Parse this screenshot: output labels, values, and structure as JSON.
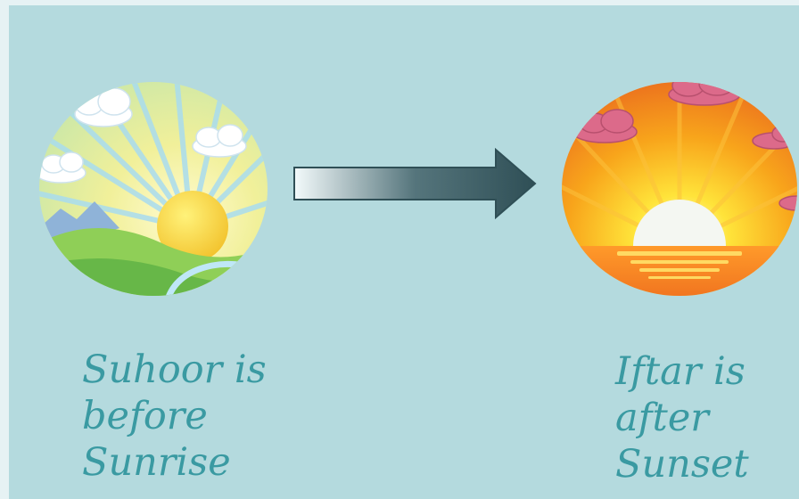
{
  "slide": {
    "background_color": "#b4dade",
    "text_color": "#3a9aa2"
  },
  "sunrise_scene": {
    "icon": "sunrise-illustration",
    "caption_lines": [
      "Suhoor is",
      "before",
      "Sunrise"
    ]
  },
  "arrow": {
    "icon": "right-arrow-icon",
    "gradient_from": "#f3fafb",
    "gradient_to": "#2f4f56"
  },
  "sunset_scene": {
    "icon": "sunset-illustration",
    "caption_lines": [
      "Iftar is",
      "after",
      "Sunset"
    ]
  }
}
